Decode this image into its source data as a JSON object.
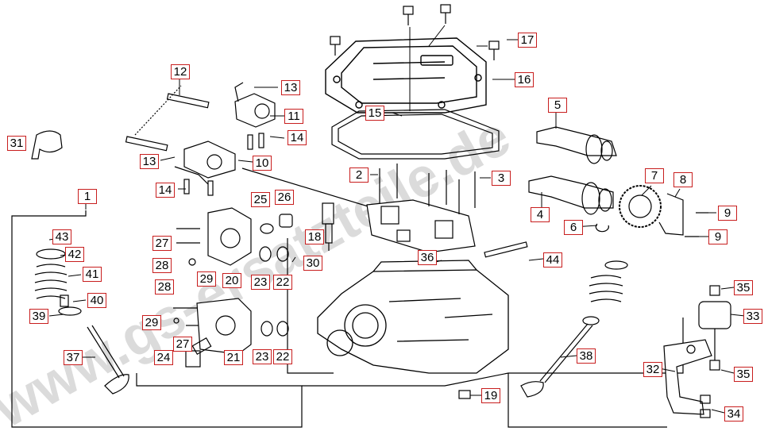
{
  "watermark": "www.gs-ersatzteile.de",
  "colors": {
    "callout_border": "#c81e1e",
    "line": "#000000",
    "watermark": "#c8c8c8"
  },
  "callouts": [
    {
      "id": "c-1",
      "label": "1"
    },
    {
      "id": "c-2",
      "label": "2"
    },
    {
      "id": "c-3",
      "label": "3"
    },
    {
      "id": "c-4",
      "label": "4"
    },
    {
      "id": "c-5",
      "label": "5"
    },
    {
      "id": "c-6",
      "label": "6"
    },
    {
      "id": "c-7",
      "label": "7"
    },
    {
      "id": "c-8",
      "label": "8"
    },
    {
      "id": "c-9a",
      "label": "9"
    },
    {
      "id": "c-9b",
      "label": "9"
    },
    {
      "id": "c-10",
      "label": "10"
    },
    {
      "id": "c-11",
      "label": "11"
    },
    {
      "id": "c-12",
      "label": "12"
    },
    {
      "id": "c-13a",
      "label": "13"
    },
    {
      "id": "c-13b",
      "label": "13"
    },
    {
      "id": "c-14a",
      "label": "14"
    },
    {
      "id": "c-14b",
      "label": "14"
    },
    {
      "id": "c-15",
      "label": "15"
    },
    {
      "id": "c-16",
      "label": "16"
    },
    {
      "id": "c-17",
      "label": "17"
    },
    {
      "id": "c-18",
      "label": "18"
    },
    {
      "id": "c-19",
      "label": "19"
    },
    {
      "id": "c-20",
      "label": "20"
    },
    {
      "id": "c-21",
      "label": "21"
    },
    {
      "id": "c-22a",
      "label": "22"
    },
    {
      "id": "c-22b",
      "label": "22"
    },
    {
      "id": "c-23a",
      "label": "23"
    },
    {
      "id": "c-23b",
      "label": "23"
    },
    {
      "id": "c-24",
      "label": "24"
    },
    {
      "id": "c-25",
      "label": "25"
    },
    {
      "id": "c-26",
      "label": "26"
    },
    {
      "id": "c-27a",
      "label": "27"
    },
    {
      "id": "c-27b",
      "label": "27"
    },
    {
      "id": "c-28a",
      "label": "28"
    },
    {
      "id": "c-28b",
      "label": "28"
    },
    {
      "id": "c-29a",
      "label": "29"
    },
    {
      "id": "c-29b",
      "label": "29"
    },
    {
      "id": "c-30",
      "label": "30"
    },
    {
      "id": "c-31",
      "label": "31"
    },
    {
      "id": "c-32",
      "label": "32"
    },
    {
      "id": "c-33",
      "label": "33"
    },
    {
      "id": "c-34",
      "label": "34"
    },
    {
      "id": "c-35a",
      "label": "35"
    },
    {
      "id": "c-35b",
      "label": "35"
    },
    {
      "id": "c-36",
      "label": "36"
    },
    {
      "id": "c-37",
      "label": "37"
    },
    {
      "id": "c-38",
      "label": "38"
    },
    {
      "id": "c-39",
      "label": "39"
    },
    {
      "id": "c-40",
      "label": "40"
    },
    {
      "id": "c-41",
      "label": "41"
    },
    {
      "id": "c-42",
      "label": "42"
    },
    {
      "id": "c-43",
      "label": "43"
    },
    {
      "id": "c-44",
      "label": "44"
    }
  ]
}
